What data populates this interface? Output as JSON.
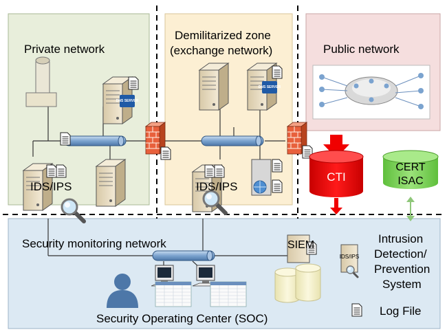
{
  "zones": {
    "private": {
      "label": "Private network",
      "color": "#e8eedb"
    },
    "dmz": {
      "label_line1": "Demilitarized zone",
      "label_line2": "(exchange network)",
      "color": "#fcefd3"
    },
    "public": {
      "label": "Public network",
      "color": "#f5dede"
    },
    "monitoring": {
      "label": "Security monitoring network",
      "color": "#dce9f3"
    }
  },
  "nodes": {
    "ids_private": "IDS/IPS",
    "ids_dmz": "IDS/IPS",
    "dns_private": "DNS SERVER",
    "dns_dmz": "DNS SERVER",
    "cti": "CTI",
    "cert_line1": "CERT",
    "cert_line2": "ISAC",
    "siem": "SIEM",
    "soc": "Security Operating Center (SOC)"
  },
  "legend": {
    "ids_icon_label": "IDS/IPS",
    "ids_line1": "Intrusion",
    "ids_line2": "Detection/",
    "ids_line3": "Prevention",
    "ids_line4": "System",
    "log_file": "Log File"
  },
  "colors": {
    "cti": "#f00000",
    "cert": "#7fd65b",
    "pipe": "#7ba3cf",
    "firewall": "#e8603c",
    "red_arrow": "#f00000",
    "green_arrow": "#8fc77a"
  }
}
